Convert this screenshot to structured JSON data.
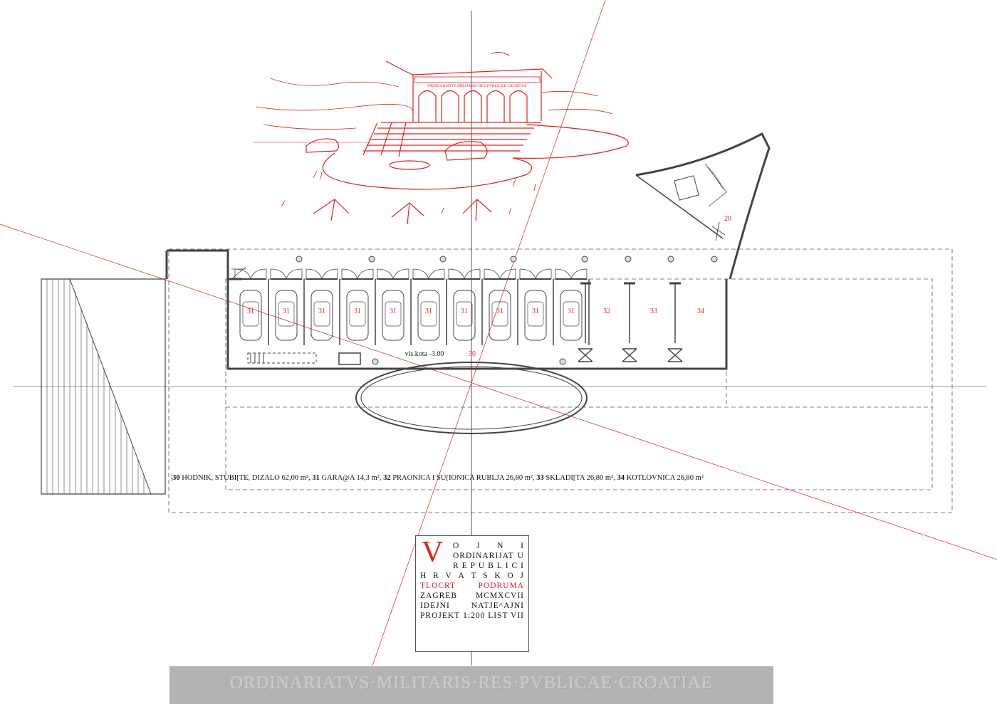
{
  "plan": {
    "level_label": "vis.kota -3.00",
    "garage_label": "31",
    "room_30": "30",
    "room_32": "32",
    "room_33": "33",
    "room_34": "34",
    "room_20": "20"
  },
  "sketch": {
    "facade_inscription": "ORDINARIATVS·MILITARIS·RES·PVBLICAE·CROATIAE"
  },
  "legend": [
    {
      "num": "30",
      "text": "HODNIK, STUBI[TE, DIZALO 62,00 m², "
    },
    {
      "num": "31",
      "text": "GARA@A 14,3 m², "
    },
    {
      "num": "32",
      "text": "PRAONICA I SU[IONICA RUBLJA 26,80 m², "
    },
    {
      "num": "33",
      "text": "SKLADI[TA 26,80 m², "
    },
    {
      "num": "34",
      "text": "KOTLOVNICA 26,80 m²"
    }
  ],
  "legend_prefix": "|",
  "title_block": {
    "initial": "V",
    "row1": [
      "O",
      "J",
      "N",
      "I"
    ],
    "row2": [
      "ORDINARIJAT",
      "U"
    ],
    "row3": [
      "R",
      "E",
      "P",
      "U",
      "B",
      "L",
      "I",
      "C",
      "I"
    ],
    "row4": [
      "H",
      "R",
      "V",
      "A",
      "T",
      "S",
      "K",
      "O",
      "J"
    ],
    "row5": [
      "TLOCRT",
      "PODRUMA"
    ],
    "row6": [
      "ZAGREB",
      "MCMXCVII"
    ],
    "row7": [
      "IDEJNI",
      "NATJE^AJNI"
    ],
    "row8": [
      "PROJEKT",
      "1:200",
      "LIST VII"
    ]
  },
  "footer": {
    "text": "ORDINARIATVS·MILITARIS·RES·PVBLICAE·CROATIAE"
  },
  "colors": {
    "accent": "#e0201e",
    "line": "#444444",
    "footer_bg": "#b3b3b3"
  }
}
